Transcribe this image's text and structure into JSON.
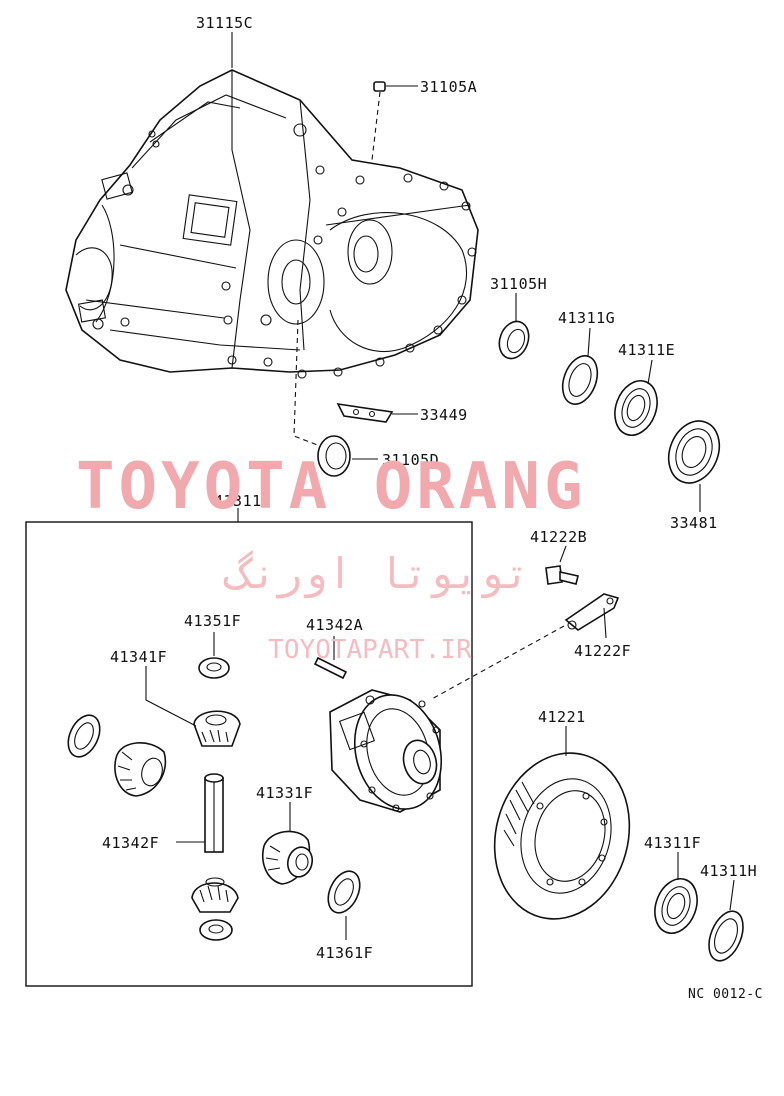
{
  "watermark": {
    "brand": "TOYOTA ORANG",
    "persian": "تویوتا اورنگ",
    "url": "TOYOTAPART.IR"
  },
  "diagram_code": "NC 0012-C",
  "labels": {
    "p31115C": "31115C",
    "p31105A": "31105A",
    "p31105H": "31105H",
    "p41311G": "41311G",
    "p41311E": "41311E",
    "p33449": "33449",
    "p31105D": "31105D",
    "p33481": "33481",
    "p41311": "41311",
    "p41222B": "41222B",
    "p41222F": "41222F",
    "p41351F": "41351F",
    "p41342A": "41342A",
    "p41341F": "41341F",
    "p41221": "41221",
    "p41331F": "41331F",
    "p41342F": "41342F",
    "p41311F": "41311F",
    "p41311H": "41311H",
    "p41361F": "41361F"
  }
}
